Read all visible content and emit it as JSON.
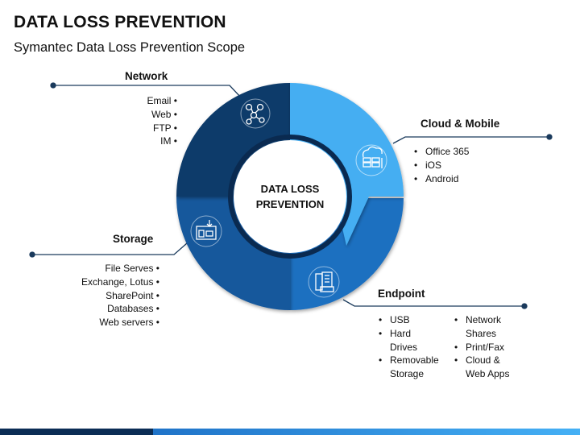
{
  "title": "DATA LOSS PREVENTION",
  "subtitle": "Symantec Data Loss Prevention Scope",
  "center": {
    "line1": "DATA LOSS",
    "line2": "PREVENTION"
  },
  "network": {
    "heading": "Network",
    "items": [
      "Email",
      "Web",
      "FTP",
      "IM"
    ],
    "icon": "network-nodes-icon"
  },
  "cloud_mobile": {
    "heading": "Cloud & Mobile",
    "items": [
      "Office 365",
      "iOS",
      "Android"
    ],
    "icon": "cloud-server-icon"
  },
  "storage": {
    "heading": "Storage",
    "items": [
      "File Serves",
      "Exchange, Lotus",
      "SharePoint",
      "Databases",
      "Web servers"
    ],
    "icon": "storage-box-icon"
  },
  "endpoint": {
    "heading": "Endpoint",
    "col1": [
      "USB",
      "Hard",
      "Drives",
      "Removable",
      "Storage"
    ],
    "col2": [
      "Network",
      "Shares",
      "Print/Fax",
      "Cloud &",
      "Web Apps"
    ],
    "icon": "endpoint-devices-icon"
  },
  "colors": {
    "dark_navy": "#0b3360",
    "navy": "#15497f",
    "blue": "#1a5ea6",
    "bright_blue": "#1f73c8",
    "light_blue": "#45b0f5",
    "text": "#111111"
  }
}
